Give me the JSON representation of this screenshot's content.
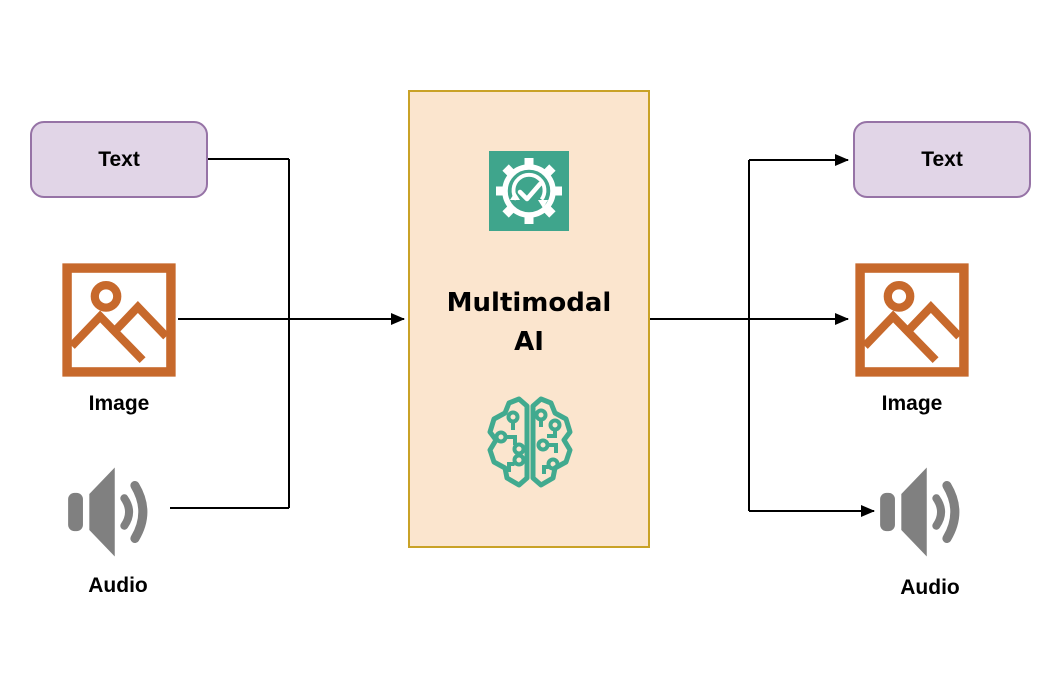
{
  "diagram": {
    "type": "multimodal-ai-flow",
    "center": {
      "title_line1": "Multimodal",
      "title_line2": "AI",
      "top_icon": "gear-sync-check-icon",
      "bottom_icon": "ai-brain-circuit-icon"
    },
    "left": {
      "text_label": "Text",
      "image_label": "Image",
      "audio_label": "Audio"
    },
    "right": {
      "text_label": "Text",
      "image_label": "Image",
      "audio_label": "Audio"
    },
    "icons": {
      "text_node": "rounded-rectangle-shape",
      "image_node": "image-picture-icon",
      "audio_node": "speaker-sound-icon"
    },
    "colors": {
      "background": "#FFFFFF",
      "text_node_fill": "#E1D5E7",
      "text_node_stroke": "#9673A6",
      "image_icon": "#C7692C",
      "audio_icon": "#808080",
      "center_box_fill": "#FBE5CE",
      "center_box_stroke": "#C9A227",
      "gear_tile_fill": "#3FA58C",
      "gear_glyph": "#FFFFFF",
      "brain_icon": "#41AA8F",
      "connector": "#000000",
      "label_text": "#000000"
    }
  }
}
